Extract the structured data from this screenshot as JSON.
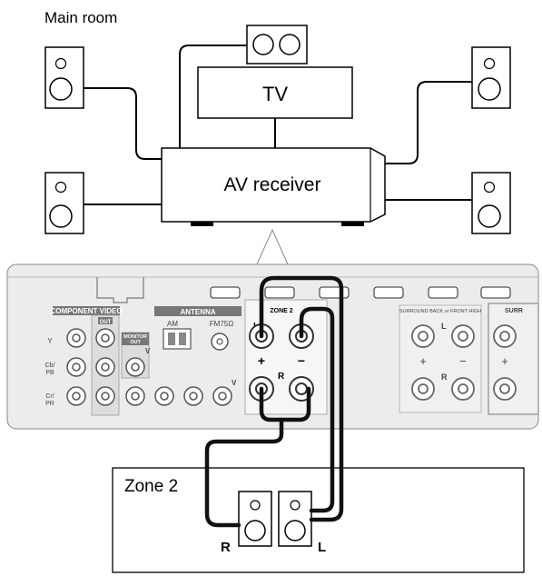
{
  "main_room": {
    "label": "Main room"
  },
  "tv": {
    "label": "TV"
  },
  "receiver": {
    "label": "AV receiver",
    "panel": {
      "component_video": "COMPONENT VIDEO",
      "antenna": "ANTENNA",
      "am": "AM",
      "fm": "FM75Ω",
      "monitor_out_1": "MONITOR",
      "monitor_out_2": "OUT",
      "out": "OUT",
      "v": "V",
      "y": "Y",
      "cb_pb": "Cb/",
      "pb": "PB",
      "cr_pr": "Cr/",
      "pr": "PR",
      "zone2": "ZONE 2",
      "l": "L",
      "r": "R",
      "plus": "+",
      "minus": "−",
      "surround_back": "SURROUND BACK or FRONT HIGH",
      "surr": "SURR"
    }
  },
  "zone2": {
    "label": "Zone 2",
    "left_label": "L",
    "right_label": "R"
  }
}
